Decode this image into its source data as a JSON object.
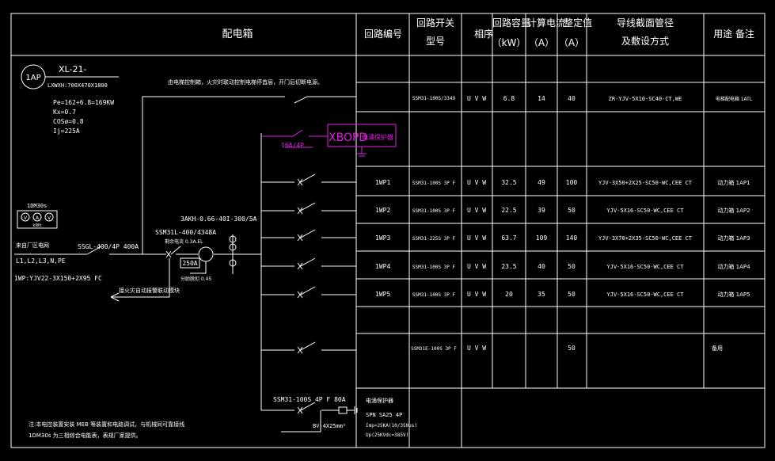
{
  "header": {
    "panel": "配电箱",
    "circuit_no": "回路编号",
    "switch_l1": "回路开关",
    "switch_l2": "型号",
    "phase": "相序",
    "cap_l1": "回路容量",
    "cap_l2": "（kW）",
    "cur_l1": "计算电流",
    "cur_l2": "（A）",
    "set_l1": "整定值",
    "set_l2": "（A）",
    "wire_l1": "导线截面管径",
    "wire_l2": "及敷设方式",
    "use": "用途  备注"
  },
  "panel_info": {
    "id": "1AP",
    "name": "XL-21-",
    "model": "LXWXH:700X470X1800",
    "pe": "Pe=162+6.8=169KW",
    "kx": "Kx=0.7",
    "cos": "COSø=0.8",
    "ij": "Ij=225A"
  },
  "main": {
    "meters_label": "1DM30s",
    "meter_v": "V",
    "meter_a": "A",
    "meter_kwh": "kWh",
    "incoming": "来自厂区电网",
    "phases": "L1,L2,L3,N,PE",
    "cable": "1WP:YJV22-3X150+2X95 FC",
    "main_switch": "SSGL-400/4P 400A",
    "ct": "SSM31L-400/4348A",
    "rcd": "剩余电流 0.3A.EL",
    "rating": "250A",
    "ct_spec": "3AKH-0.66-40I-300/5A",
    "shunt": "分励脱扣 0.45",
    "fire_note": "接火灾自动报警联动模块",
    "fire_control": "由电梯控制箱，火灾时联动控制电梯停首层，开门后切断电源。",
    "spd_switch": "16A/4P",
    "spd_box": "XBOPD",
    "spd_label": "电涌保护器",
    "bottom_switch": "SSM31-100S 4P F 80A",
    "earth": "BV-4X25mm²",
    "spd_title": "电涌保护器",
    "spd_type": "SPN SA25 4P",
    "spd_imp": "Imp=25KA(10/350us)",
    "spd_up": "Up(25KVdc=385V)",
    "note1": "注:本电控装置安装 MEB  等装置和电路调试，与机械同可靠接线",
    "note2": "1DM30s  为三相综合电能表，表规厂家提供。"
  },
  "rows": [
    {
      "no": "",
      "switch": "SSM31-100S/3349",
      "phase": "U V W",
      "kw": "6.8",
      "ia": "14",
      "set": "40",
      "wire": "ZR-YJV-5X10-SC40-CT,WE",
      "use": "电梯配电箱 1ATL"
    },
    {
      "no": "1WP1",
      "switch": "SSM31-100S 3P F",
      "phase": "U V W",
      "kw": "32.5",
      "ia": "49",
      "set": "100",
      "wire": "YJV-3X50+2X25-SC50-WC,CEE CT",
      "use": "动力箱 1AP1"
    },
    {
      "no": "1WP2",
      "switch": "SSM31-100S 3P F",
      "phase": "U V W",
      "kw": "22.5",
      "ia": "39",
      "set": "50",
      "wire": "YJV-5X16-SC50-WC,CEE CT",
      "use": "动力箱 1AP2"
    },
    {
      "no": "1WP3",
      "switch": "SSM31-225S 3P F",
      "phase": "U V W",
      "kw": "63.7",
      "ia": "109",
      "set": "140",
      "wire": "YJV-3X70+2X35-SC50-WC,CEE CT",
      "use": "动力箱 1AP3"
    },
    {
      "no": "1WP4",
      "switch": "SSM31-100S 3P F",
      "phase": "U V W",
      "kw": "23.5",
      "ia": "40",
      "set": "50",
      "wire": "YJV-5X16-SC50-WC,CEE CT",
      "use": "动力箱 1AP4"
    },
    {
      "no": "1WP5",
      "switch": "SSM31-100S 3P F",
      "phase": "U V W",
      "kw": "20",
      "ia": "35",
      "set": "50",
      "wire": "YJV-5X16-SC50-WC,CEE CT",
      "use": "动力箱 1AP5"
    },
    {
      "no": "",
      "switch": "SSM31E-100S 3P F",
      "phase": "U V W",
      "kw": "",
      "ia": "",
      "set": "50",
      "wire": "",
      "use": "备用"
    }
  ]
}
